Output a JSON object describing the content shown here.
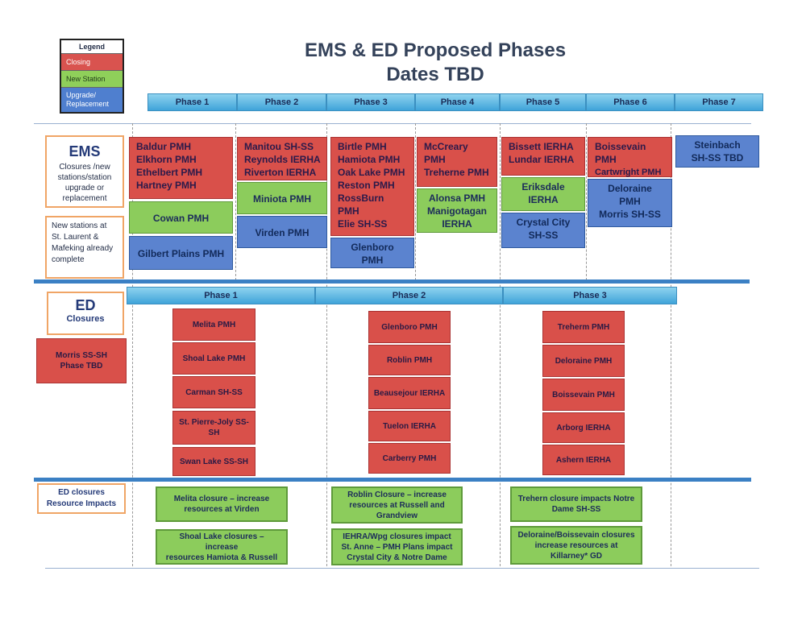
{
  "title": {
    "line1": "EMS & ED  Proposed Phases",
    "line2": "Dates TBD"
  },
  "legend": {
    "header": "Legend",
    "closing": "Closing",
    "new_station": "New Station",
    "upgrade": "Upgrade/ Replacement",
    "colors": {
      "closing": "#d9504a",
      "new_station": "#8ccc5c",
      "upgrade": "#5b83cf"
    }
  },
  "ems": {
    "label": "EMS",
    "sublabel": "Closures /new stations/station upgrade or replacement",
    "note": "New stations at St. Laurent & Mafeking already complete",
    "phases": [
      "Phase 1",
      "Phase 2",
      "Phase 3",
      "Phase 4",
      "Phase 5",
      "Phase 6",
      "Phase 7"
    ],
    "p1": {
      "closing": [
        "Baldur PMH",
        "Elkhorn PMH",
        "Ethelbert  PMH",
        "Hartney PMH"
      ],
      "new": "Cowan  PMH",
      "upgrade": "Gilbert Plains PMH"
    },
    "p2": {
      "closing": [
        "Manitou SH-SS",
        "Reynolds IERHA",
        "Riverton IERHA"
      ],
      "new": "Miniota  PMH",
      "upgrade": "Virden PMH"
    },
    "p3": {
      "closing": [
        "Birtle PMH",
        "Hamiota PMH",
        "Oak Lake PMH",
        "Reston PMH",
        "RossBurn",
        "PMH",
        "Elie SH-SS"
      ],
      "upgrade": [
        "Glenboro",
        "PMH"
      ]
    },
    "p4": {
      "closing": [
        "McCreary",
        "PMH",
        "Treherne PMH"
      ],
      "new": [
        "Alonsa PMH",
        "Manigotagan",
        "IERHA"
      ]
    },
    "p5": {
      "closing": [
        "Bissett  IERHA",
        "Lundar  IERHA"
      ],
      "new": [
        "Eriksdale",
        "IERHA"
      ],
      "upgrade": [
        "Crystal City",
        "SH-SS"
      ]
    },
    "p6": {
      "closing": [
        "Boissevain",
        "PMH",
        "Cartwright PMH"
      ],
      "upgrade": [
        "Deloraine",
        "PMH",
        "Morris SH-SS"
      ]
    },
    "p7": {
      "upgrade": [
        "Steinbach",
        "SH-SS TBD"
      ]
    }
  },
  "ed": {
    "label": "ED",
    "sublabel": "Closures",
    "tbd": [
      "Morris SS-SH",
      "Phase TBD"
    ],
    "phases": [
      "Phase 1",
      "Phase  2",
      "Phase 3"
    ],
    "p1": [
      "Melita PMH",
      "Shoal Lake PMH",
      "Carman SH-SS",
      "St. Pierre-Joly SS-SH",
      "Swan Lake SS-SH"
    ],
    "p2": [
      "Glenboro PMH",
      "Roblin PMH",
      "Beausejour IERHA",
      "Tuelon IERHA",
      "Carberry PMH"
    ],
    "p3": [
      "Treherm PMH",
      "Deloraine PMH",
      "Boissevain  PMH",
      "Arborg IERHA",
      "Ashern  IERHA"
    ]
  },
  "impacts": {
    "label": [
      "ED closures",
      "Resource Impacts"
    ],
    "p1": [
      [
        "Melita closure – increase",
        "resources at Virden"
      ],
      [
        "Shoal Lake closures – increase",
        "resources Hamiota & Russell"
      ]
    ],
    "p2": [
      [
        "Roblin Closure – increase",
        "resources at Russell and",
        "Grandview"
      ],
      [
        "IEHRA/Wpg closures impact",
        "St. Anne – PMH Plans impact",
        "Crystal City & Notre Dame"
      ]
    ],
    "p3": [
      [
        "Trehern closure impacts Notre",
        "Dame  SH-SS"
      ],
      [
        "Deloraine/Boissevain closures",
        "increase resources at",
        "Killarney* GD"
      ]
    ]
  }
}
